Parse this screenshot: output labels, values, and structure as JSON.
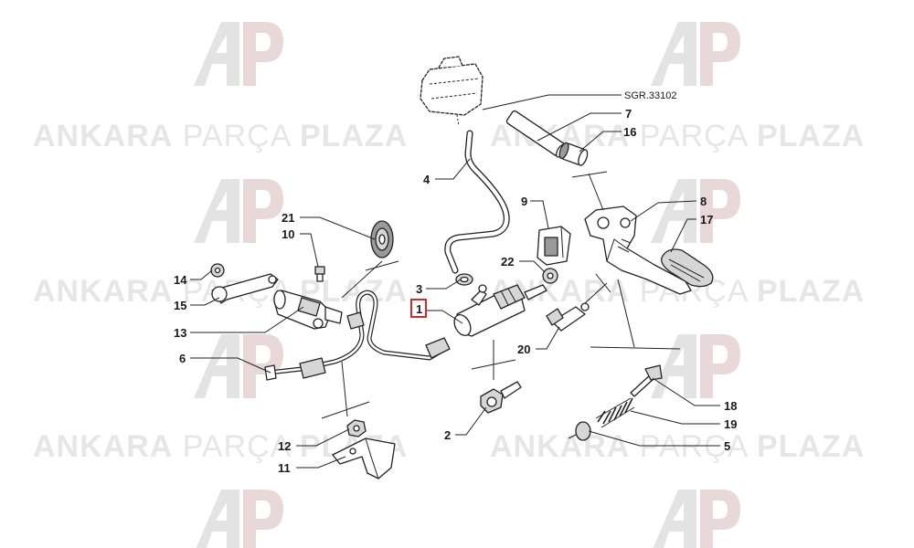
{
  "watermark": {
    "word1": "ANKARA",
    "word2": "PARÇA",
    "word3": "PLAZA",
    "logo_letters": "AP",
    "logo_color": "#e3e3e3"
  },
  "reference": {
    "text": "SGR.33102"
  },
  "highlight_color": "#d62828",
  "callouts": [
    {
      "id": "c7",
      "label": "7"
    },
    {
      "id": "c16",
      "label": "16"
    },
    {
      "id": "c4",
      "label": "4"
    },
    {
      "id": "c9",
      "label": "9"
    },
    {
      "id": "c8",
      "label": "8"
    },
    {
      "id": "c17",
      "label": "17"
    },
    {
      "id": "c21",
      "label": "21"
    },
    {
      "id": "c10",
      "label": "10"
    },
    {
      "id": "c14",
      "label": "14"
    },
    {
      "id": "c15",
      "label": "15"
    },
    {
      "id": "c13",
      "label": "13"
    },
    {
      "id": "c22",
      "label": "22"
    },
    {
      "id": "c3",
      "label": "3"
    },
    {
      "id": "c1",
      "label": "1",
      "highlighted": true
    },
    {
      "id": "c20",
      "label": "20"
    },
    {
      "id": "c6",
      "label": "6"
    },
    {
      "id": "c18",
      "label": "18"
    },
    {
      "id": "c19",
      "label": "19"
    },
    {
      "id": "c2",
      "label": "2"
    },
    {
      "id": "c5",
      "label": "5"
    },
    {
      "id": "c12",
      "label": "12"
    },
    {
      "id": "c11",
      "label": "11"
    }
  ]
}
